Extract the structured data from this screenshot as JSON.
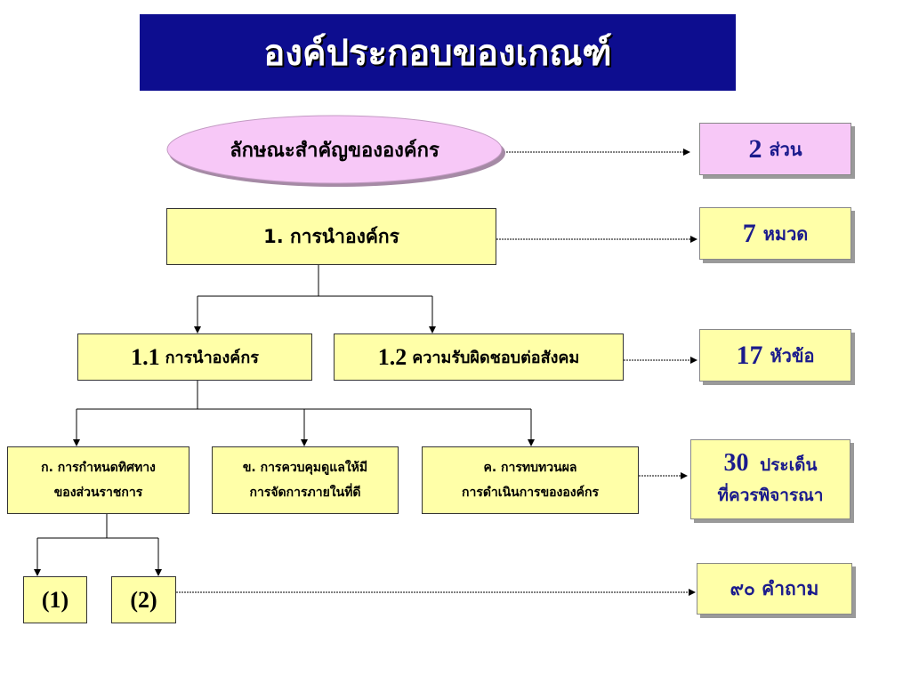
{
  "title": "องค์ประกอบของเกณฑ์",
  "oval": {
    "text": "ลักษณะสำคัญขององค์กร"
  },
  "level1": {
    "text": "1. การนำองค์กร"
  },
  "level2": [
    {
      "num": "1.1",
      "text": "การนำองค์กร"
    },
    {
      "num": "1.2",
      "text": "ความรับผิดชอบต่อสังคม"
    }
  ],
  "level3": [
    {
      "line1": "ก. การกำหนดทิศทาง",
      "line2": "ของส่วนราชการ"
    },
    {
      "line1": "ข. การควบคุมดูแลให้มี",
      "line2": "การจัดการภายในที่ดี"
    },
    {
      "line1": "ค. การทบทวนผล",
      "line2": "การดำเนินการขององค์กร"
    }
  ],
  "level4": [
    {
      "text": "(1)"
    },
    {
      "text": "(2)"
    }
  ],
  "right_boxes": [
    {
      "num": "2",
      "text": "ส่วน"
    },
    {
      "num": "7",
      "text": "หมวด"
    },
    {
      "num": "17",
      "text": "หัวข้อ"
    },
    {
      "num": "30",
      "text": "ประเด็น",
      "line2": "ที่ควรพิจารณา"
    },
    {
      "num": "",
      "text": "๙๐ คำถาม"
    }
  ],
  "colors": {
    "title_bg": "#0d0d8f",
    "oval_fill": "#f7c8f7",
    "box_fill": "#ffffa8",
    "right_text": "#1a1a8c"
  }
}
